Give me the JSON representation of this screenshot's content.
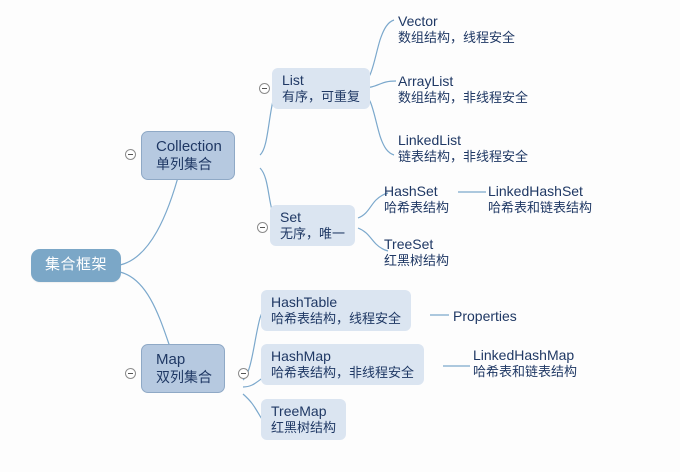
{
  "diagram": {
    "title": "集合框架",
    "type": "mind-map",
    "colors": {
      "root_fill": "#7ba7c7",
      "root_text": "#ffffff",
      "level1_fill": "#b6c9e0",
      "level1_border": "#8fa9c6",
      "level2_fill": "#dbe5f1",
      "node_text": "#1f3864",
      "connector": "#7ba8cc",
      "background": "#fdfdfd"
    }
  },
  "root": {
    "label": "集合框架"
  },
  "nodes": {
    "collection": {
      "line1": "Collection",
      "line2": "单列集合"
    },
    "map": {
      "line1": "Map",
      "line2": "双列集合"
    },
    "list": {
      "line1": "List",
      "line2": "有序，可重复"
    },
    "set": {
      "line1": "Set",
      "line2": "无序，唯一"
    },
    "vector": {
      "line1": "Vector",
      "line2": "数组结构，线程安全"
    },
    "arraylist": {
      "line1": "ArrayList",
      "line2": "数组结构，非线程安全"
    },
    "linkedlist": {
      "line1": "LinkedList",
      "line2": "链表结构，非线程安全"
    },
    "hashset": {
      "line1": "HashSet",
      "line2": "哈希表结构"
    },
    "linkedhashset": {
      "line1": "LinkedHashSet",
      "line2": "哈希表和链表结构"
    },
    "treeset": {
      "line1": "TreeSet",
      "line2": "红黑树结构"
    },
    "hashtable": {
      "line1": "HashTable",
      "line2": "哈希表结构，线程安全"
    },
    "properties": {
      "line1": "Properties"
    },
    "hashmap": {
      "line1": "HashMap",
      "line2": "哈希表结构，非线程安全"
    },
    "linkedhashmap": {
      "line1": "LinkedHashMap",
      "line2": "哈希表和链表结构"
    },
    "treemap": {
      "line1": "TreeMap",
      "line2": "红黑树结构"
    }
  }
}
